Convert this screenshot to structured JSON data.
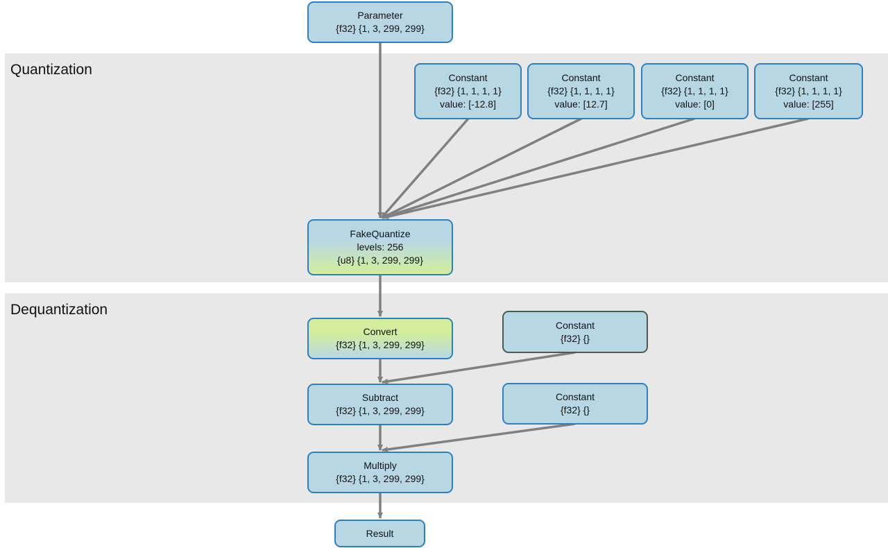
{
  "sections": {
    "quantization": {
      "label": "Quantization"
    },
    "dequantization": {
      "label": "Dequantization"
    }
  },
  "nodes": {
    "parameter": {
      "title": "Parameter",
      "shape": "{f32} {1, 3, 299, 299}"
    },
    "const_low_in": {
      "title": "Constant",
      "shape": "{f32} {1, 1, 1, 1}",
      "value": "value: [-12.8]"
    },
    "const_high_in": {
      "title": "Constant",
      "shape": "{f32} {1, 1, 1, 1}",
      "value": "value: [12.7]"
    },
    "const_low_out": {
      "title": "Constant",
      "shape": "{f32} {1, 1, 1, 1}",
      "value": "value: [0]"
    },
    "const_high_out": {
      "title": "Constant",
      "shape": "{f32} {1, 1, 1, 1}",
      "value": "value: [255]"
    },
    "fakequantize": {
      "title": "FakeQuantize",
      "levels": "levels: 256",
      "shape": "{u8} {1, 3, 299, 299}"
    },
    "convert": {
      "title": "Convert",
      "shape": "{f32} {1, 3, 299, 299}"
    },
    "const_sub": {
      "title": "Constant",
      "shape": "{f32} {}"
    },
    "subtract": {
      "title": "Subtract",
      "shape": "{f32} {1, 3, 299, 299}"
    },
    "const_mul": {
      "title": "Constant",
      "shape": "{f32} {}"
    },
    "multiply": {
      "title": "Multiply",
      "shape": "{f32} {1, 3, 299, 299}"
    },
    "result": {
      "title": "Result"
    }
  },
  "colors": {
    "node_fill": "#b8d7e5",
    "node_border": "#2d7fc1",
    "quantized_fill": "#d2ee9c",
    "edge": "#808080",
    "section_bg": "#e8e8e8"
  }
}
